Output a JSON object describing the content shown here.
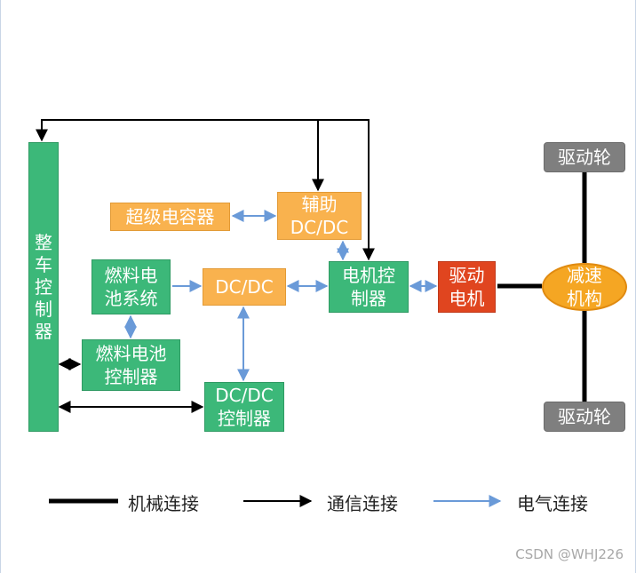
{
  "nodes": {
    "vehicle_controller": [
      "整",
      "车",
      "控",
      "制",
      "器"
    ],
    "supercapacitor": "超级电容器",
    "aux_dcdc": "辅助\nDC/DC",
    "fuel_cell_system": "燃料电\n池系统",
    "dcdc": "DC/DC",
    "motor_controller": "电机控\n制器",
    "drive_motor": "驱动\n电机",
    "reducer": "减速\n机构",
    "fuel_cell_controller": "燃料电池\n控制器",
    "dcdc_controller": "DC/DC\n控制器",
    "drive_wheel_top": "驱动轮",
    "drive_wheel_bottom": "驱动轮"
  },
  "legend": {
    "mechanical": "机械连接",
    "communication": "通信连接",
    "electrical": "电气连接"
  },
  "colors": {
    "green": "#3cb879",
    "orange": "#f9b24e",
    "red": "#e0451f",
    "gray": "#7f7f7f",
    "electrical_line": "#6a9ad8",
    "mechanical_line": "#000000"
  },
  "watermark": "CSDN @WHJ226"
}
